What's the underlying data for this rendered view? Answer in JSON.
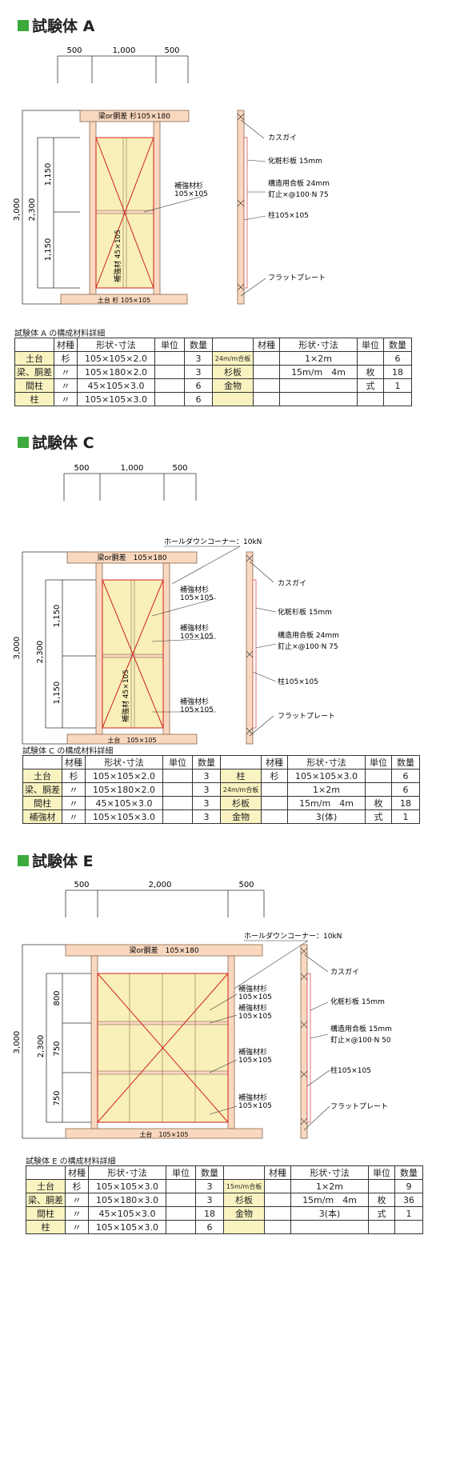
{
  "sections": [
    {
      "key": "A",
      "heading": "試験体 A",
      "dims_top": [
        "500",
        "1,000",
        "500"
      ],
      "dims_left": {
        "total": "3,000",
        "mid": "2,300",
        "upper": "1,150",
        "lower": "1,150"
      },
      "beam_label": "梁or胴差 杉105×180",
      "sill_label": "土台 杉 105×105",
      "reinforce_label": "補強材 45×105",
      "callouts": [
        "補強材杉\n105×105"
      ],
      "hd_label": "",
      "side_labels": [
        "カスガイ",
        "化粧杉板 15mm",
        "構造用合板 24mm",
        "釘止×@100·N 75",
        "柱105×105",
        "フラットプレート"
      ],
      "caption": "試験体 A の構成材料詳細",
      "table_header": [
        "",
        "材種",
        "形状･寸法",
        "単位",
        "数量",
        "",
        "材種",
        "形状･寸法",
        "単位",
        "数量"
      ],
      "rows": [
        [
          "土台",
          "杉",
          "105×105×2.0",
          "",
          "3",
          "24m/m合板",
          "",
          "1×2m",
          "",
          "6"
        ],
        [
          "梁、胴差",
          "〃",
          "105×180×2.0",
          "",
          "3",
          "杉板",
          "",
          "15m/m　4m",
          "枚",
          "18"
        ],
        [
          "間柱",
          "〃",
          "45×105×3.0",
          "",
          "6",
          "金物",
          "",
          "",
          "式",
          "1"
        ],
        [
          "柱",
          "〃",
          "105×105×3.0",
          "",
          "6",
          "",
          "",
          "",
          "",
          ""
        ]
      ]
    },
    {
      "key": "C",
      "heading": "試験体 C",
      "dims_top": [
        "500",
        "1,000",
        "500"
      ],
      "dims_left": {
        "total": "3,000",
        "mid": "2,300",
        "upper": "1,150",
        "lower": "1,150"
      },
      "beam_label": "梁or胴差　105×180",
      "sill_label": "土台　105×105",
      "reinforce_label": "補強材 45×105",
      "callouts": [
        "補強材杉\n105×105",
        "補強材杉\n105×105",
        "補強材杉\n105×105"
      ],
      "hd_label": "ホールダウンコーナー：10kN",
      "side_labels": [
        "カスガイ",
        "化粧杉板 15mm",
        "構造用合板 24mm",
        "釘止×@100·N 75",
        "柱105×105",
        "フラットプレート"
      ],
      "caption": "試験体 C の構成材料詳細",
      "table_header": [
        "",
        "材種",
        "形状･寸法",
        "単位",
        "数量",
        "",
        "材種",
        "形状･寸法",
        "単位",
        "数量"
      ],
      "rows": [
        [
          "土台",
          "杉",
          "105×105×2.0",
          "",
          "3",
          "柱",
          "杉",
          "105×105×3.0",
          "",
          "6"
        ],
        [
          "梁、胴差",
          "〃",
          "105×180×2.0",
          "",
          "3",
          "24m/m合板",
          "",
          "1×2m",
          "",
          "6"
        ],
        [
          "間柱",
          "〃",
          "45×105×3.0",
          "",
          "3",
          "杉板",
          "",
          "15m/m　4m",
          "枚",
          "18"
        ],
        [
          "補強材",
          "〃",
          "105×105×3.0",
          "",
          "3",
          "金物",
          "",
          "3(体)",
          "式",
          "1"
        ]
      ]
    },
    {
      "key": "E",
      "heading": "試験体 E",
      "dims_top": [
        "500",
        "2,000",
        "500"
      ],
      "dims_left": {
        "total": "3,000",
        "mid": "2,300",
        "upper": "800",
        "middle": "750",
        "lower": "750"
      },
      "beam_label": "梁or胴差　105×180",
      "sill_label": "土台　105×105",
      "reinforce_label": "",
      "callouts": [
        "補強材杉\n105×105",
        "補強材杉\n105×105",
        "補強材杉\n105×105",
        "補強材杉\n105×105"
      ],
      "hd_label": "ホールダウンコーナー：10kN",
      "side_labels": [
        "カスガイ",
        "化粧杉板 15mm",
        "構造用合板 15mm",
        "釘止×@100·N 50",
        "柱105×105",
        "フラットプレート"
      ],
      "caption": "試験体 E の構成材料詳細",
      "table_header": [
        "",
        "材種",
        "形状･寸法",
        "単位",
        "数量",
        "",
        "材種",
        "形状･寸法",
        "単位",
        "数量"
      ],
      "rows": [
        [
          "土台",
          "杉",
          "105×105×3.0",
          "",
          "3",
          "15m/m合板",
          "",
          "1×2m",
          "",
          "9"
        ],
        [
          "梁、胴差",
          "〃",
          "105×180×3.0",
          "",
          "3",
          "杉板",
          "",
          "15m/m　4m",
          "枚",
          "36"
        ],
        [
          "間柱",
          "〃",
          "45×105×3.0",
          "",
          "18",
          "金物",
          "",
          "3(本)",
          "式",
          "1"
        ],
        [
          "柱",
          "〃",
          "105×105×3.0",
          "",
          "6",
          "",
          "",
          "",
          "",
          ""
        ]
      ]
    }
  ]
}
